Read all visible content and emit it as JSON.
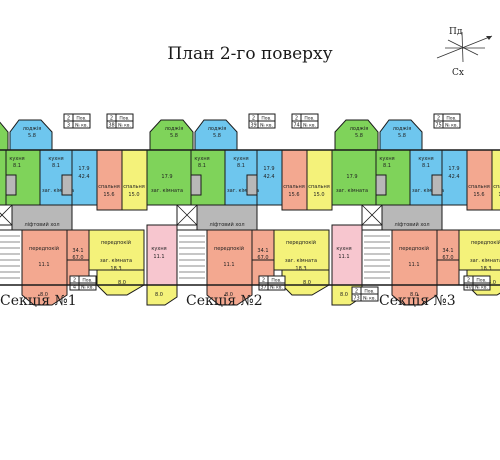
{
  "title": "План 2-го поверху",
  "compass": {
    "north": "Пд",
    "east": "Сх"
  },
  "sections": [
    {
      "label": "Секція №1"
    },
    {
      "label": "Секція №2"
    },
    {
      "label": "Секція №3"
    }
  ],
  "room_names": {
    "bedroom": "спальня",
    "kitchen": "кухня",
    "living": "заг. кімната",
    "loggia": "лоджія",
    "hall": "передпокій",
    "lift": "ліфтовий хол"
  },
  "apartment_tags": {
    "floor_label": "Пов.",
    "apt_label": "№ кв.",
    "items": [
      {
        "floor": "2",
        "apt": "3"
      },
      {
        "floor": "2",
        "apt": "38"
      },
      {
        "floor": "2",
        "apt": "39"
      },
      {
        "floor": "2",
        "apt": "74"
      },
      {
        "floor": "2",
        "apt": "75"
      },
      {
        "floor": "2",
        "apt": "4"
      },
      {
        "floor": "2",
        "apt": "37"
      },
      {
        "floor": "2",
        "apt": "40"
      },
      {
        "floor": "2",
        "apt": "73"
      }
    ]
  },
  "colors": {
    "green": "#7fd35a",
    "blue": "#6ec6ee",
    "salmon": "#f3a890",
    "yellow": "#f4f27a",
    "gray": "#b8b8b8",
    "pink": "#f7c6cf",
    "wall": "#1a1a1a"
  }
}
